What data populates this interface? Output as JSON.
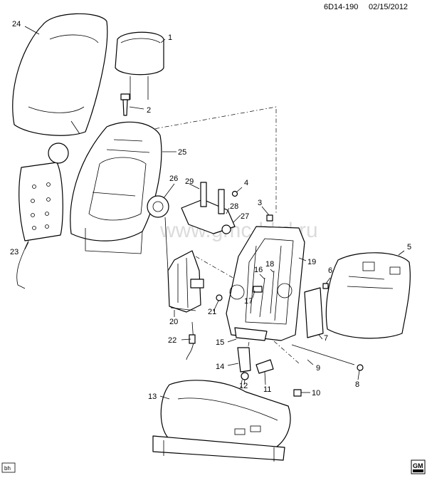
{
  "header": {
    "code": "6D14-190",
    "date": "02/15/2012"
  },
  "watermark": "www.gmc-bkd.ru",
  "footer": {
    "tag": "bh",
    "logo": "GM"
  },
  "callouts": [
    {
      "id": "c1",
      "label": "1"
    },
    {
      "id": "c2",
      "label": "2"
    },
    {
      "id": "c3",
      "label": "3"
    },
    {
      "id": "c4",
      "label": "4"
    },
    {
      "id": "c5",
      "label": "5"
    },
    {
      "id": "c6",
      "label": "6"
    },
    {
      "id": "c7",
      "label": "7"
    },
    {
      "id": "c8",
      "label": "8"
    },
    {
      "id": "c9",
      "label": "9"
    },
    {
      "id": "c10",
      "label": "10"
    },
    {
      "id": "c11",
      "label": "11"
    },
    {
      "id": "c12",
      "label": "12"
    },
    {
      "id": "c13",
      "label": "13"
    },
    {
      "id": "c14",
      "label": "14"
    },
    {
      "id": "c15",
      "label": "15"
    },
    {
      "id": "c16",
      "label": "16"
    },
    {
      "id": "c17",
      "label": "17"
    },
    {
      "id": "c18",
      "label": "18"
    },
    {
      "id": "c19",
      "label": "19"
    },
    {
      "id": "c20",
      "label": "20"
    },
    {
      "id": "c21",
      "label": "21"
    },
    {
      "id": "c22",
      "label": "22"
    },
    {
      "id": "c23",
      "label": "23"
    },
    {
      "id": "c24",
      "label": "24"
    },
    {
      "id": "c25",
      "label": "25"
    },
    {
      "id": "c26",
      "label": "26"
    },
    {
      "id": "c27",
      "label": "27"
    },
    {
      "id": "c28",
      "label": "28"
    },
    {
      "id": "c29",
      "label": "29"
    }
  ]
}
